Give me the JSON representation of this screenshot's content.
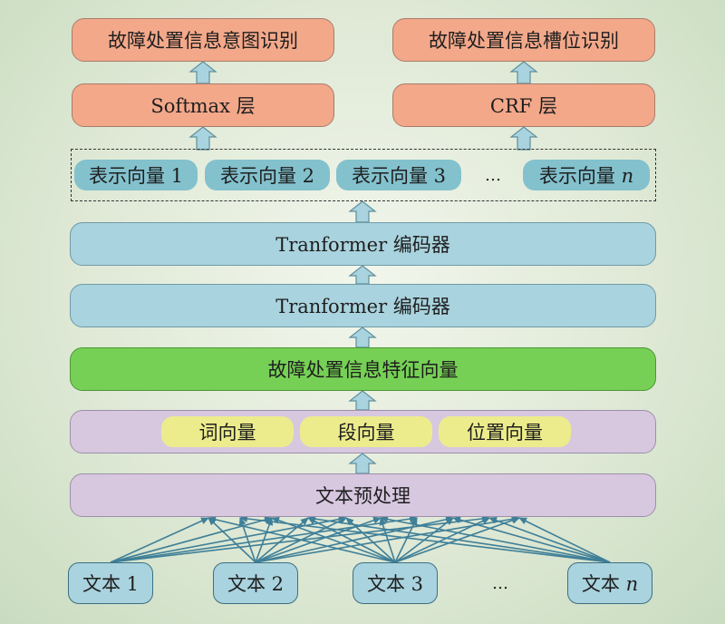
{
  "outputs": {
    "intent": "故障处置信息意图识别",
    "slot": "故障处置信息槽位识别"
  },
  "heads": {
    "softmax": "Softmax 层",
    "crf": "CRF 层"
  },
  "representations": {
    "items": [
      "表示向量 1",
      "表示向量 2",
      "表示向量 3"
    ],
    "ellipsis": "…",
    "last_prefix": "表示向量 ",
    "last_var": "n"
  },
  "encoders": [
    "Tranformer 编码器",
    "Tranformer 编码器"
  ],
  "feature_vector": "故障处置信息特征向量",
  "embeddings": [
    "词向量",
    "段向量",
    "位置向量"
  ],
  "preprocess": "文本预处理",
  "inputs": {
    "items": [
      "文本 1",
      "文本 2",
      "文本 3"
    ],
    "ellipsis": "…",
    "last_prefix": "文本 ",
    "last_var": "n"
  },
  "colors": {
    "output_box": "#f3a88a",
    "encoder_box": "#a9d3de",
    "feature_box": "#76d055",
    "embedding_box": "#d7c8e0",
    "rep_pill": "#83c1cd",
    "embedding_pill": "#ecec8c",
    "arrow": "#a9d3de",
    "link_line": "#3f7f98"
  }
}
